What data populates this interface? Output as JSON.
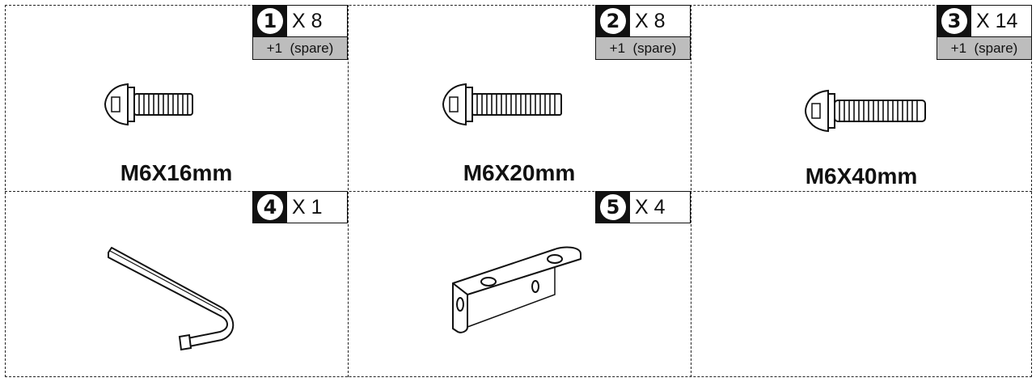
{
  "parts": [
    {
      "number": "1",
      "quantity": "X 8",
      "spare": "+1  (spare)",
      "label": "M6X16mm",
      "icon": "short-bolt-icon"
    },
    {
      "number": "2",
      "quantity": "X 8",
      "spare": "+1  (spare)",
      "label": "M6X20mm",
      "icon": "medium-bolt-icon"
    },
    {
      "number": "3",
      "quantity": "X 14",
      "spare": "+1  (spare)",
      "label": "M6X40mm",
      "icon": "long-bolt-icon"
    },
    {
      "number": "4",
      "quantity": "X 1",
      "icon": "hex-key-icon"
    },
    {
      "number": "5",
      "quantity": "X 4",
      "icon": "l-bracket-icon"
    }
  ],
  "colors": {
    "badge_dark": "#111111",
    "spare_fill": "#bdbdbd",
    "line": "#222222"
  }
}
